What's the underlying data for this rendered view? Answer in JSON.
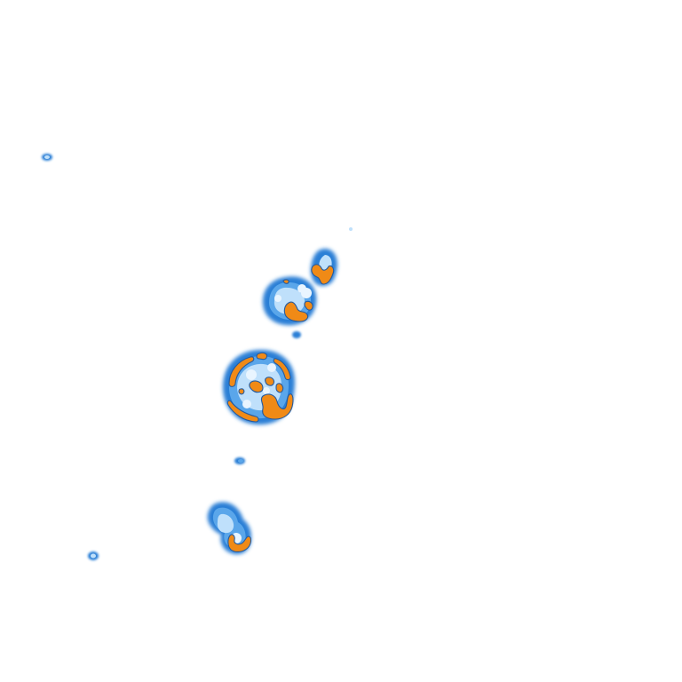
{
  "image": {
    "background_color": "#ffffff",
    "palette": {
      "outer_blue": "#2a7fd6",
      "mid_blue": "#5aa6ea",
      "light_blue": "#bfe0fb",
      "pale_blue": "#e9f5ff",
      "orange": "#f08a16",
      "orange_outline": "#245a9e"
    },
    "blobs": [
      {
        "name": "top-small-cell"
      },
      {
        "name": "upper-cell"
      },
      {
        "name": "central-large-cell"
      },
      {
        "name": "lower-cell"
      },
      {
        "name": "tiny-speck-left-top"
      },
      {
        "name": "tiny-speck-left-bottom"
      },
      {
        "name": "tiny-speck-middle"
      },
      {
        "name": "tiny-speck-under-upper"
      }
    ]
  }
}
